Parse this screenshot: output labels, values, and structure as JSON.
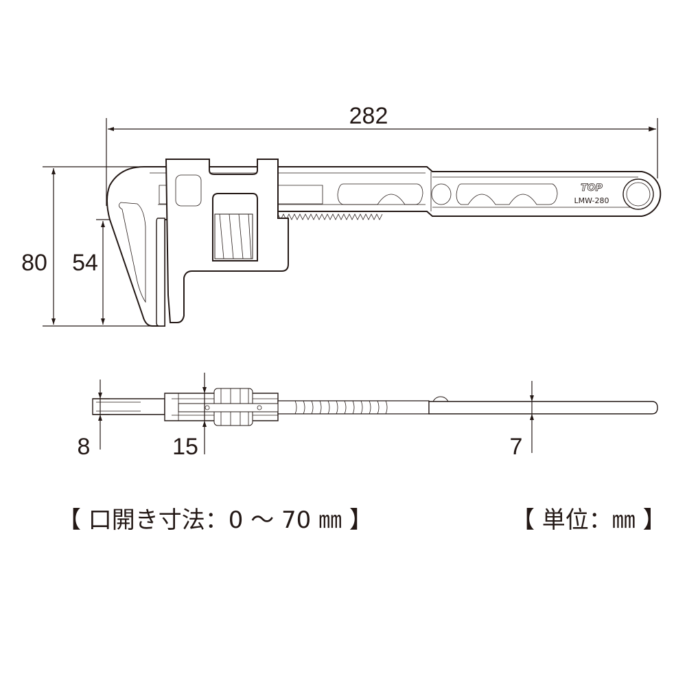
{
  "dimensions": {
    "overall_length": "282",
    "overall_height": "80",
    "jaw_depth": "54",
    "jaw_thickness": "8",
    "slider_thickness": "15",
    "handle_thickness": "7"
  },
  "product": {
    "brand": "TOP",
    "model": "LMW-280"
  },
  "notes": {
    "opening_range": "【 口開き寸法：0 ～ 70 ㎜ 】",
    "unit": "【 単位：㎜ 】"
  }
}
